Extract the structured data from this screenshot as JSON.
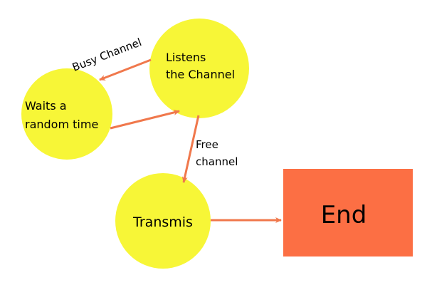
{
  "colors": {
    "node_fill": "#f7f637",
    "end_fill": "#fc6f44",
    "arrow": "#f0784c",
    "text": "#000000"
  },
  "nodes": {
    "listens": {
      "line1": "Listens",
      "line2": "the Channel"
    },
    "waits": {
      "line1": "Waits a",
      "line2": "random time"
    },
    "transmis": {
      "label": "Transmis"
    },
    "end": {
      "label": "End"
    }
  },
  "edges": {
    "busy": {
      "label": "Busy Channel"
    },
    "free": {
      "line1": "Free",
      "line2": "channel"
    }
  }
}
